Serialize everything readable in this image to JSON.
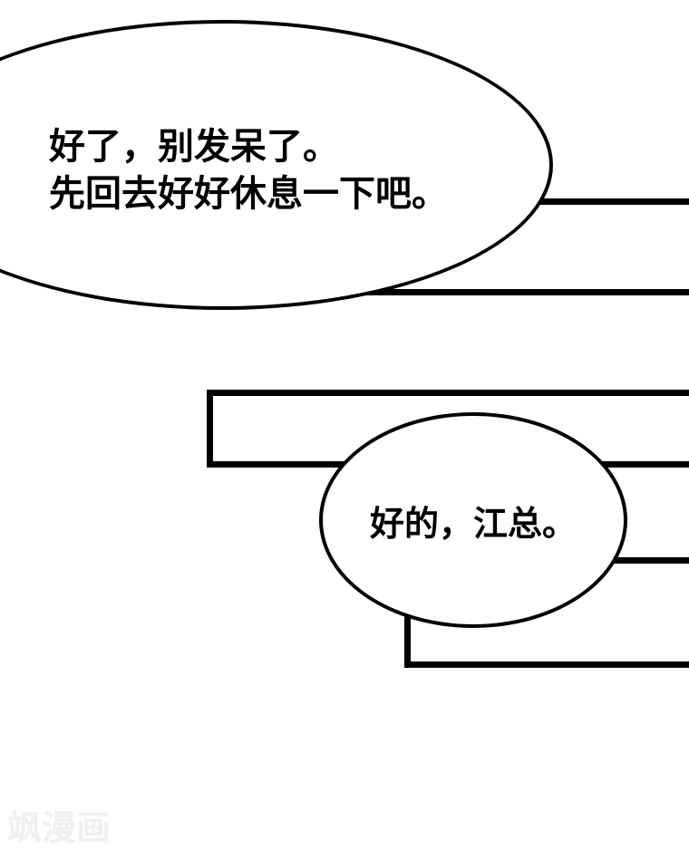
{
  "page": {
    "background_color": "#ffffff",
    "line_color": "#000000"
  },
  "dialog": {
    "bubble_top": {
      "line1": "好了，别发呆了。",
      "line2": "先回去好好休息一下吧。"
    },
    "bubble_mid": {
      "text": "好的，江总。"
    }
  },
  "watermark": {
    "text": "飒漫画",
    "color": "#f0f0f0"
  }
}
